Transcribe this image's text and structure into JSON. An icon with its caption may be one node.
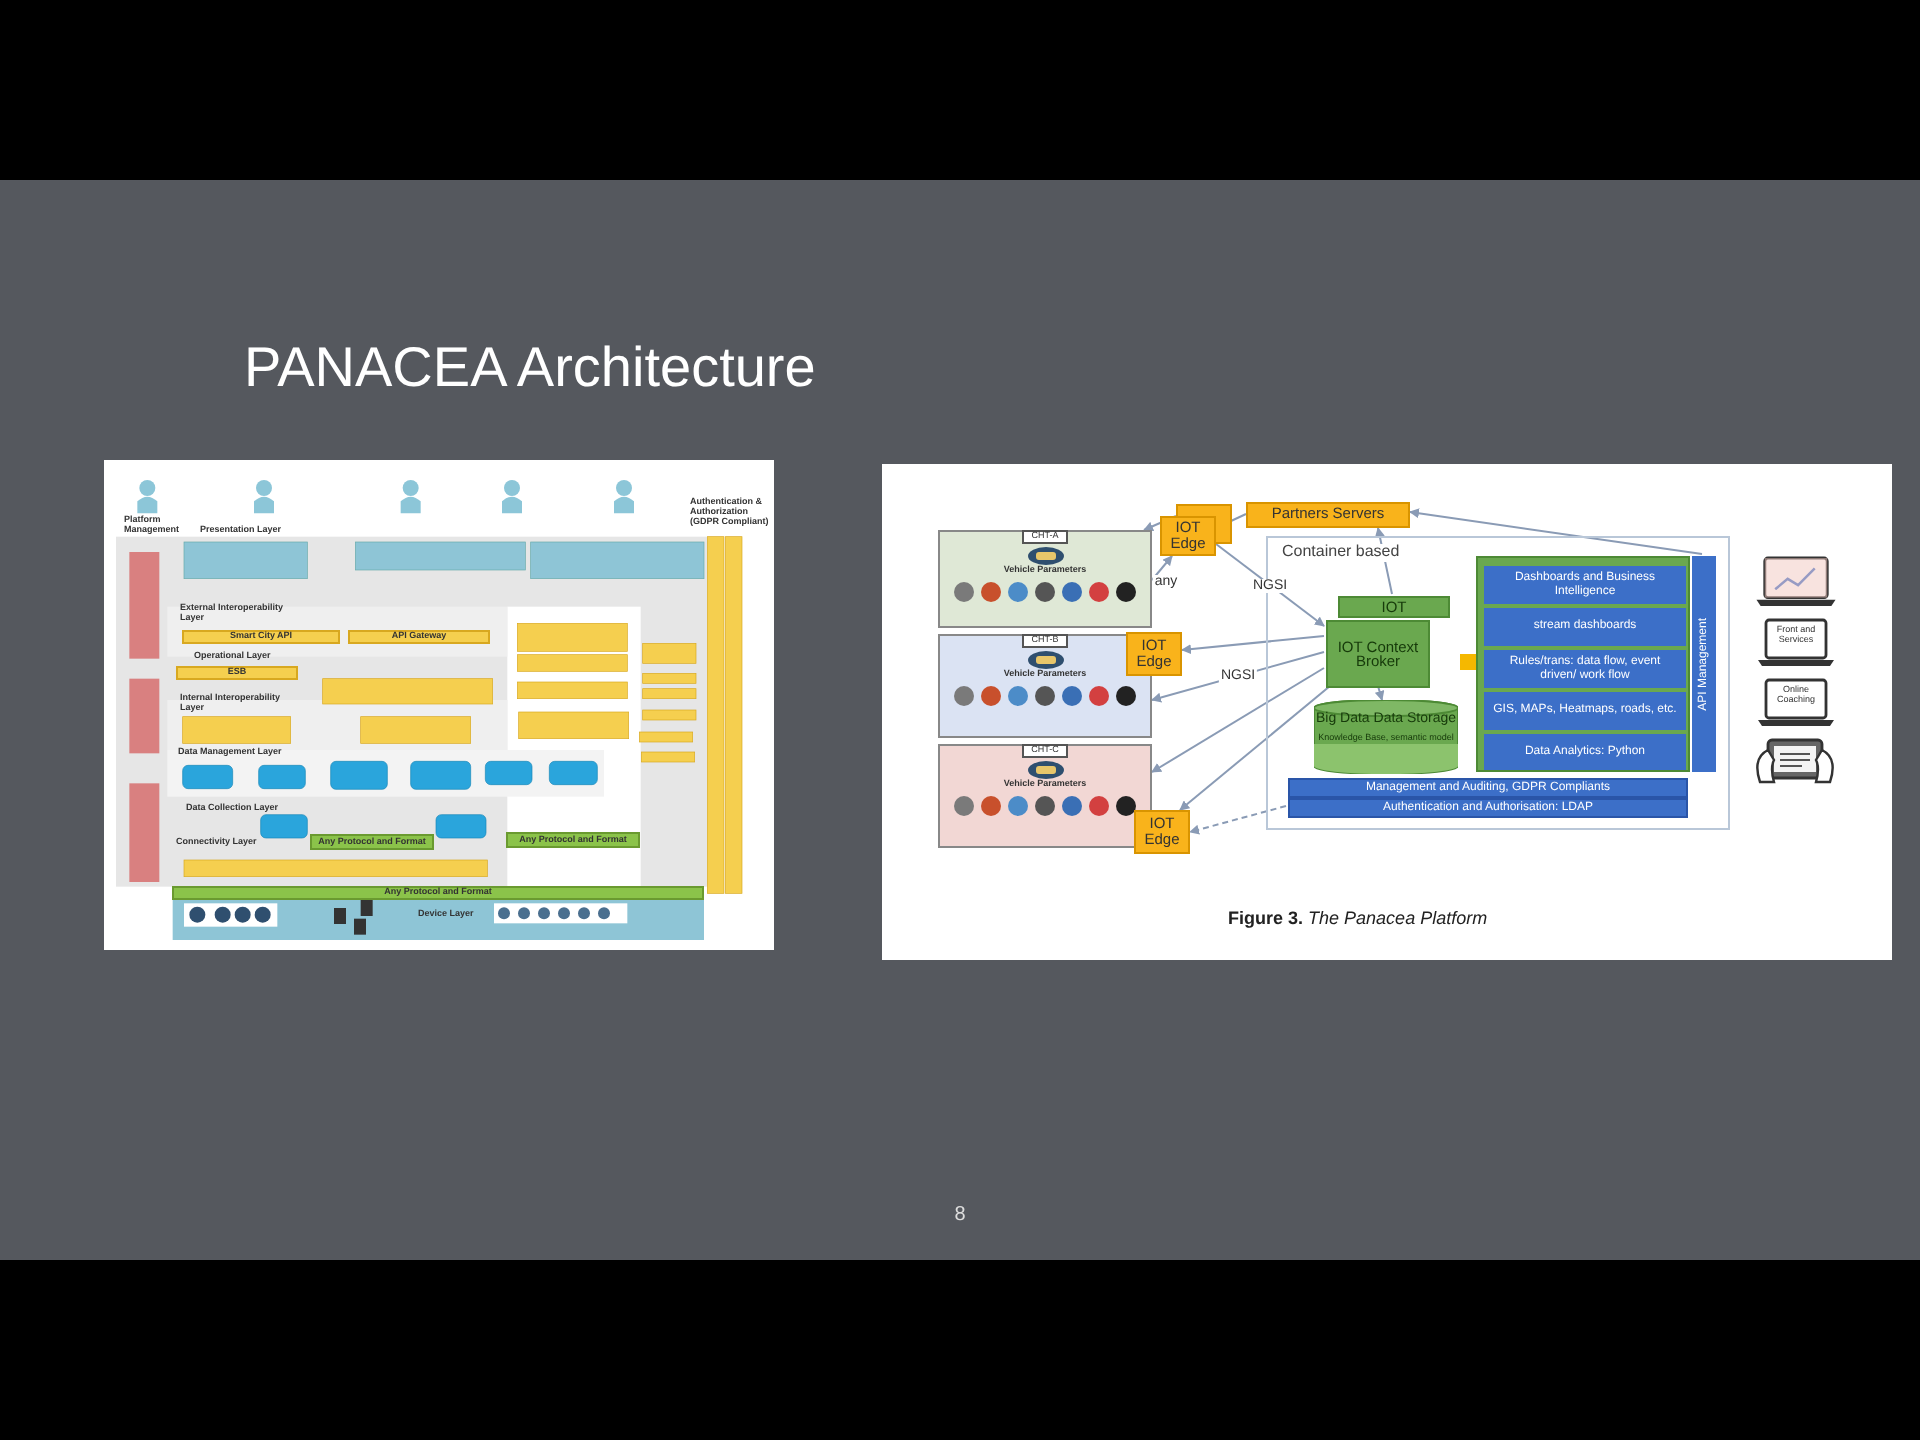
{
  "diagram": {
    "title": "PANACEA Architecture",
    "caption": "**Figure 3.** *The Panacea Platform*",
    "nodes": [
      {
        "text": [
          "Smart City API"
        ]
      },
      {
        "text": [
          "API Gateway"
        ]
      },
      {
        "text": [
          "ESB"
        ]
      },
      {
        "text": [
          "Any Protocol and Format"
        ]
      },
      {
        "text": [
          "Any Protocol and Format"
        ]
      },
      {
        "text": [
          "Any Protocol and Format"
        ]
      },
      {
        "text": [
          "Partners Servers"
        ]
      },
      {
        "text": [
          "CHT-A",
          "Vehicle Parameters"
        ]
      },
      {
        "text": [],
        "shape": "box"
      },
      {
        "text": [
          "IOT Edge"
        ]
      },
      {
        "text": [
          "CHT-B",
          "Vehicle Parameters"
        ]
      },
      {
        "text": [
          "IOT Edge"
        ]
      },
      {
        "text": [
          "CHT-C",
          "Vehicle Parameters"
        ]
      },
      {
        "text": [
          "IOT Edge"
        ]
      },
      {
        "text": [
          "Container based"
        ]
      },
      {
        "text": [
          "IOT"
        ],
        "in": 14
      },
      {
        "text": [
          "IOT Context Broker"
        ],
        "in": 14
      },
      {
        "text": [
          "Big Data Data Storage",
          "Knowledge Base, semantic model"
        ],
        "in": 14
      },
      {
        "text": [
          "Management and Auditing, GDPR Compliants"
        ],
        "in": 14
      },
      {
        "text": [
          "Authentication and Authorisation: LDAP"
        ],
        "in": 14
      },
      {
        "text": [],
        "shape": "box",
        "in": 14
      },
      {
        "text": [
          "Dashboards and Business Intelligence"
        ],
        "in": 20
      },
      {
        "text": [
          "stream dashboards"
        ],
        "in": 20
      },
      {
        "text": [
          "Rules/trans: data flow, event driven/ work flow"
        ],
        "in": 20
      },
      {
        "text": [
          "GIS, MAPs, Heatmaps, roads, etc."
        ],
        "in": 20
      },
      {
        "text": [
          "Data Analytics: Python"
        ],
        "in": 20
      },
      {
        "text": [],
        "shape": "box",
        "in": 14
      },
      {
        "text": [
          "API Management"
        ],
        "in": 14
      },
      {
        "text": [],
        "shape": "picture"
      },
      {
        "text": [
          "Front and Services"
        ]
      },
      {
        "text": [
          "Online Coaching"
        ]
      },
      {
        "text": [],
        "shape": "picture"
      }
    ],
    "edges": [
      {
        "from": 6,
        "to": 9,
        "arrow": "to"
      },
      {
        "from": 27,
        "to": 6,
        "arrow": "to"
      },
      {
        "from": 15,
        "to": 6,
        "arrow": "to"
      },
      {
        "from": 9,
        "to": 16,
        "arrow": "to",
        "label": "NGSI"
      },
      {
        "from": 7,
        "to": 9,
        "arrow": "to",
        "label": "any"
      },
      {
        "from": 16,
        "to": 11,
        "arrow": "to"
      },
      {
        "from": 16,
        "to": 10,
        "arrow": "to",
        "label": "NGSI"
      },
      {
        "from": 16,
        "to": 12,
        "arrow": "to"
      },
      {
        "from": 16,
        "to": 13,
        "arrow": "to"
      },
      {
        "from": 19,
        "to": 13,
        "arrow": "to",
        "style": "dashed"
      },
      {
        "from": 16,
        "to": 17,
        "arrow": "to"
      },
      {
        "from": 8,
        "to": 7,
        "arrow": "to"
      }
    ],
    "labels": [
      "Platform Management",
      "Presentation Layer",
      "Authentication & Authorization (GDPR Compliant)",
      "External Interoperability Layer",
      "Operational Layer",
      "Internal Interoperability Layer",
      "Data Management Layer",
      "Data Collection Layer",
      "Connectivity Layer",
      "Device Layer",
      "8"
    ]
  }
}
